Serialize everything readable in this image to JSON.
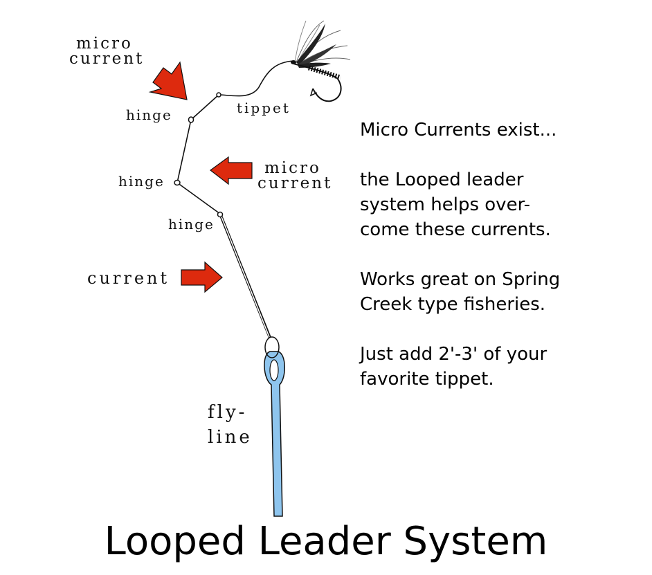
{
  "labels": {
    "micro_current_top": {
      "line1": "micro",
      "line2": "current"
    },
    "micro_current_mid": {
      "line1": "micro",
      "line2": "current"
    },
    "hinge_top": "hinge",
    "hinge_mid": "hinge",
    "hinge_low": "hinge",
    "tippet": "tippet",
    "current": "current",
    "fly_line": {
      "line1": "fly-",
      "line2": "line"
    }
  },
  "notes": {
    "heading": "Micro Currents exist...",
    "para1": [
      "the Looped leader",
      "system helps over-",
      "come these currents."
    ],
    "para2": [
      "Works great on Spring",
      "Creek type fisheries."
    ],
    "para3": [
      "Just add 2'-3' of your",
      "favorite tippet."
    ]
  },
  "title": "Looped Leader System",
  "colors": {
    "arrow": "#dd2a0e",
    "fly_line": "#8ec5ee",
    "line": "#111111"
  }
}
